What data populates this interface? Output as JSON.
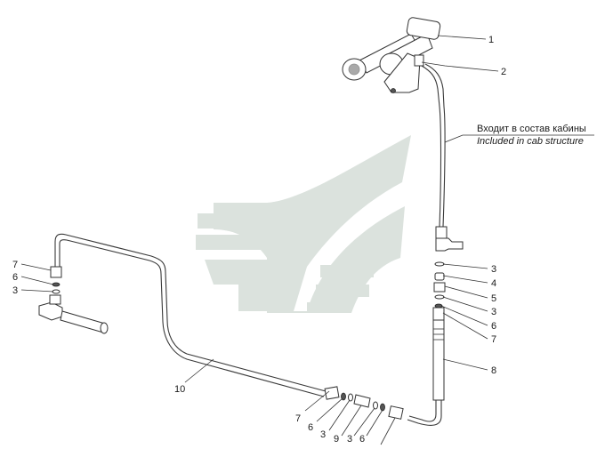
{
  "note": {
    "ru": "Входит в состав кабины",
    "en": "Included in cab structure"
  },
  "callouts": {
    "horn": "1",
    "fitting_top": "2",
    "r_washer_a": "3",
    "r_nut": "4",
    "r_union": "5",
    "r_washer_b": "3",
    "r_seal": "6",
    "r_nut_b": "7",
    "hose_right": "8",
    "l_nut": "7",
    "l_seal": "6",
    "l_washer": "3",
    "pipe_main": "10",
    "b_nut": "7",
    "b_seal": "6",
    "b_washer_a": "3",
    "b_coupling": "9",
    "b_washer_b": "3",
    "b_seal_b": "6"
  },
  "watermark": {
    "color": "#5f7f6a"
  }
}
